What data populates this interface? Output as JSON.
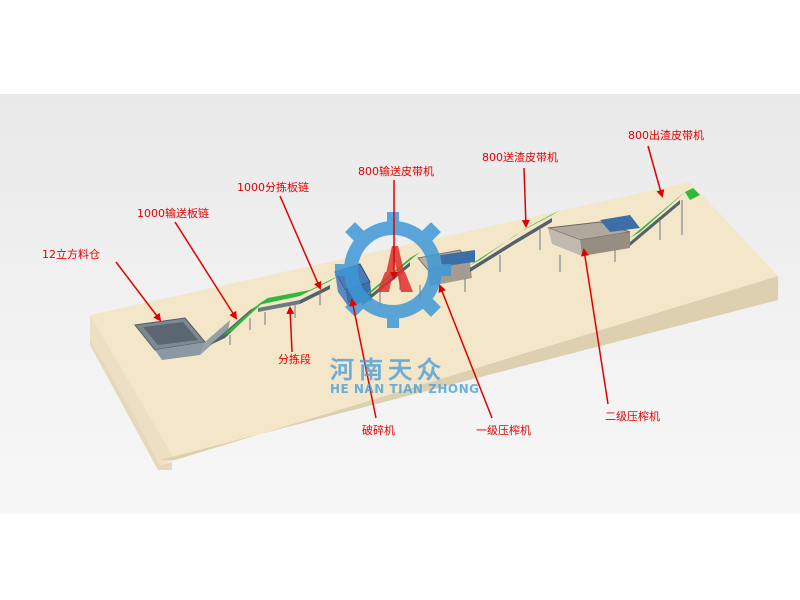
{
  "labels": {
    "hopper": "12立方料仓",
    "conveyor_1000": "1000输送板链",
    "sorting_chain": "1000分拣板链",
    "sorting_section": "分拣段",
    "conveyor_800": "800输送皮带机",
    "crusher": "破碎机",
    "press_1": "一级压榨机",
    "residue_800": "800送渣皮带机",
    "press_2": "二级压榨机",
    "discharge_800": "800出渣皮带机"
  },
  "watermark": {
    "name_cn": "河南天众",
    "name_en": "HE NAN TIAN ZHONG"
  },
  "colors": {
    "label_text": "#e60000",
    "arrow": "#e10000",
    "platform_top": "#f4e6c8",
    "platform_front": "#e9dcc0",
    "platform_side": "#ddd0b0",
    "belt_green": "#2fb83c",
    "belt_frame": "#6c7a86",
    "machine_blue": "#3c6ea8",
    "watermark_blue": "#3f98d8",
    "watermark_red": "#e03030"
  }
}
